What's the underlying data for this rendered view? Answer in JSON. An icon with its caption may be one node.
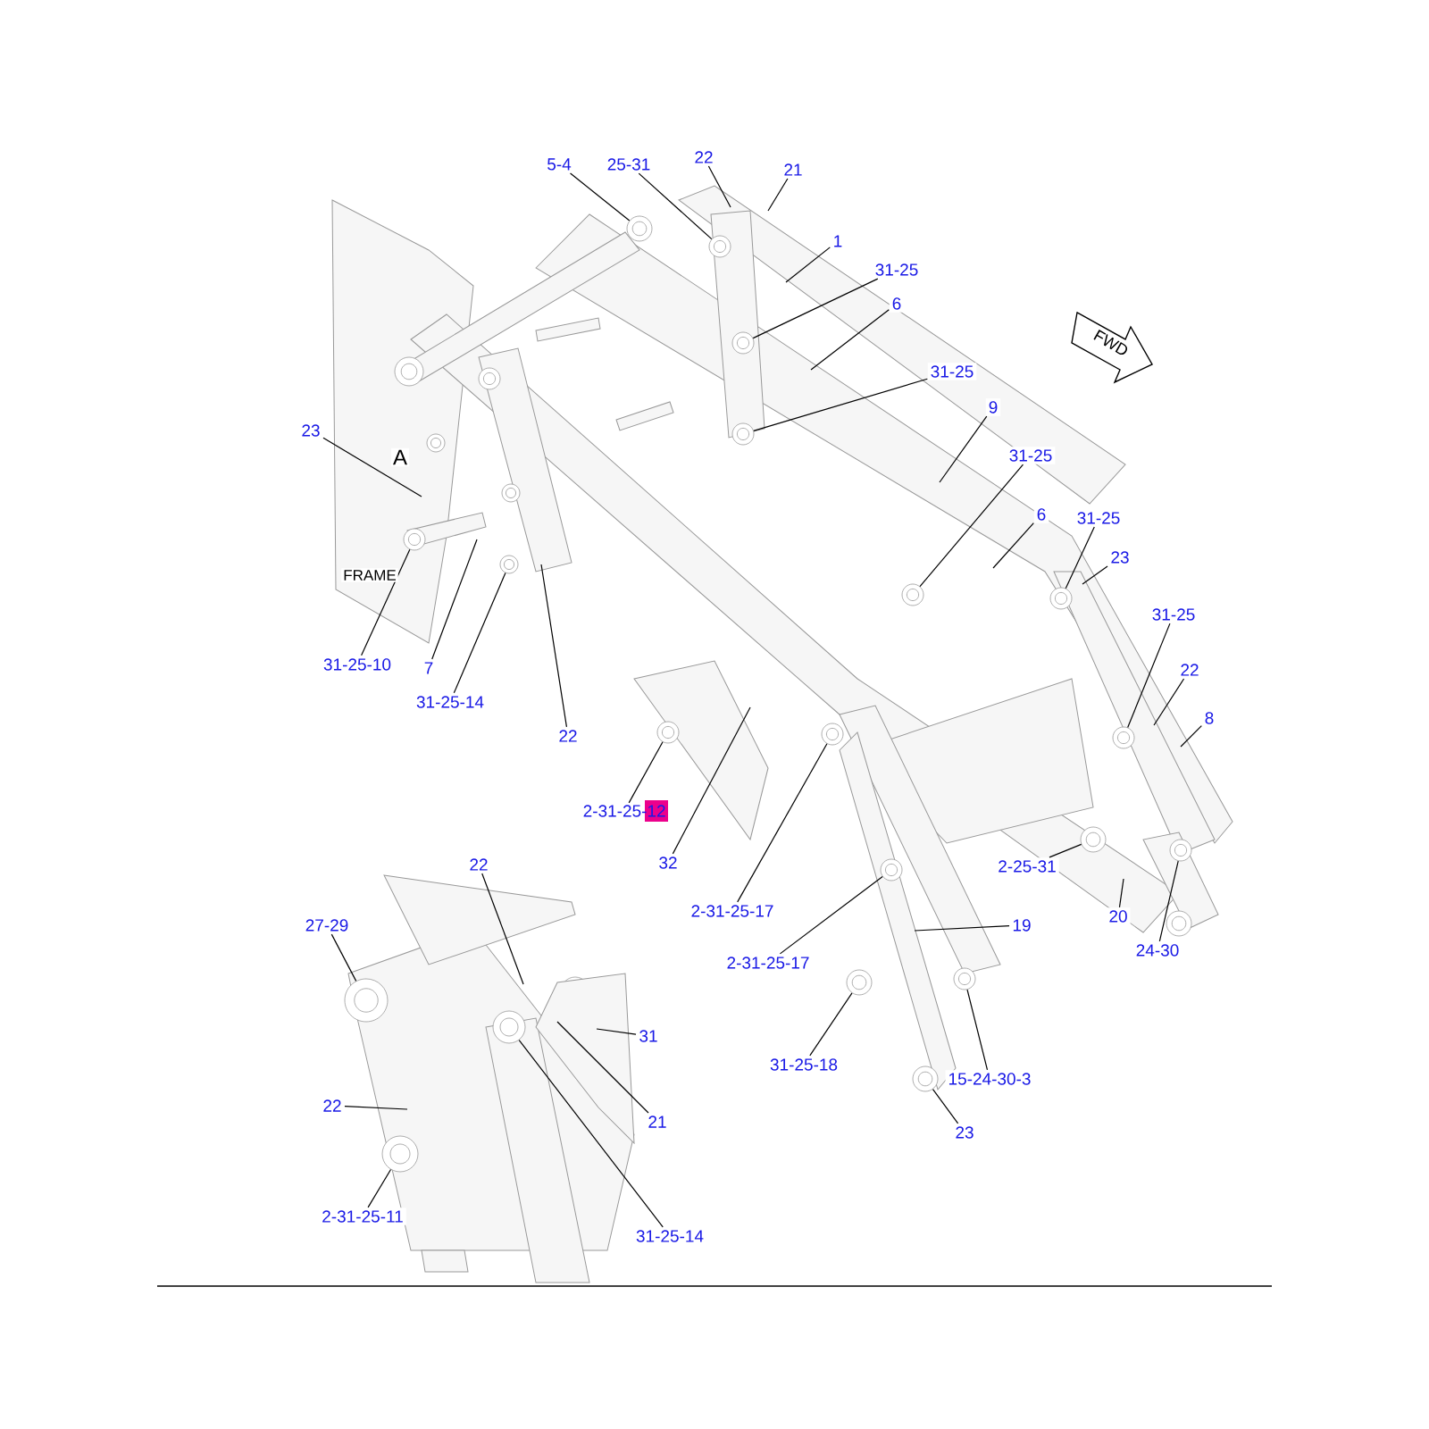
{
  "diagram": {
    "nodes": [
      {
        "text": [
          "5-4"
        ]
      },
      {
        "text": [
          "25-31"
        ]
      },
      {
        "text": [
          "22"
        ]
      },
      {
        "text": [
          "21"
        ]
      },
      {
        "text": [
          "1"
        ]
      },
      {
        "text": [
          "31-25"
        ]
      },
      {
        "text": [
          "6"
        ]
      },
      {
        "text": [
          "31-25"
        ]
      },
      {
        "text": [
          "FWD"
        ]
      },
      {
        "text": [
          "9"
        ]
      },
      {
        "text": [
          "31-25"
        ]
      },
      {
        "text": [
          "6"
        ]
      },
      {
        "text": [
          "31-25"
        ]
      },
      {
        "text": [
          "23"
        ]
      },
      {
        "text": [
          "31-25"
        ]
      },
      {
        "text": [
          "22"
        ]
      },
      {
        "text": [
          "8"
        ]
      },
      {
        "text": [
          "23"
        ]
      },
      {
        "text": [
          "31-25-10"
        ]
      },
      {
        "text": [
          "7"
        ]
      },
      {
        "text": [
          "31-25-14"
        ]
      },
      {
        "text": [
          "22"
        ]
      },
      {
        "text": [
          "2-31-25-12"
        ]
      },
      {
        "text": [
          "32"
        ]
      },
      {
        "text": [
          "2-31-25-17"
        ]
      },
      {
        "text": [
          "2-25-31"
        ]
      },
      {
        "text": [
          "20"
        ]
      },
      {
        "text": [
          "24-30"
        ]
      },
      {
        "text": [
          "2-31-25-17"
        ]
      },
      {
        "text": [
          "19"
        ]
      },
      {
        "text": [
          "31-25-18"
        ]
      },
      {
        "text": [
          "15-24-30-3"
        ]
      },
      {
        "text": [
          "23"
        ]
      },
      {
        "text": [
          "22"
        ]
      },
      {
        "text": [
          "27-29"
        ]
      },
      {
        "text": [
          "31"
        ]
      },
      {
        "text": [
          "21"
        ]
      },
      {
        "text": [
          "22"
        ]
      },
      {
        "text": [
          "2-31-25-11"
        ]
      },
      {
        "text": [
          "31-25-14"
        ]
      },
      {
        "text": [],
        "shape": "circle"
      },
      {
        "text": [],
        "shape": "circle"
      },
      {
        "text": [],
        "shape": "circle"
      },
      {
        "text": [],
        "shape": "circle"
      },
      {
        "text": [],
        "shape": "circle"
      },
      {
        "text": [],
        "shape": "circle"
      },
      {
        "text": [],
        "shape": "circle"
      },
      {
        "text": [],
        "shape": "circle"
      },
      {
        "text": [],
        "shape": "circle"
      },
      {
        "text": [],
        "shape": "circle"
      },
      {
        "text": [],
        "shape": "circle"
      },
      {
        "text": [],
        "shape": "circle"
      },
      {
        "text": [],
        "shape": "circle"
      },
      {
        "text": [],
        "shape": "circle"
      },
      {
        "text": [],
        "shape": "circle"
      },
      {
        "text": [],
        "shape": "circle"
      },
      {
        "text": [],
        "shape": "circle"
      },
      {
        "text": [],
        "shape": "circle"
      },
      {
        "text": [],
        "shape": "circle"
      },
      {
        "text": [],
        "shape": "circle"
      }
    ],
    "edges": [
      {
        "from": 0,
        "to": 40,
        "arrow": "none"
      },
      {
        "from": 1,
        "to": 41,
        "arrow": "none"
      },
      {
        "from": 2,
        "to": null,
        "arrow": "none"
      },
      {
        "from": 3,
        "to": null,
        "arrow": "none"
      },
      {
        "from": 4,
        "to": null,
        "arrow": "none"
      },
      {
        "from": 5,
        "to": 42,
        "arrow": "none"
      },
      {
        "from": 6,
        "to": null,
        "arrow": "none"
      },
      {
        "from": 7,
        "to": 43,
        "arrow": "none"
      },
      {
        "from": 9,
        "to": null,
        "arrow": "none"
      },
      {
        "from": 10,
        "to": 44,
        "arrow": "none"
      },
      {
        "from": 11,
        "to": null,
        "arrow": "none"
      },
      {
        "from": 12,
        "to": 45,
        "arrow": "none"
      },
      {
        "from": 13,
        "to": null,
        "arrow": "none"
      },
      {
        "from": 14,
        "to": 46,
        "arrow": "none"
      },
      {
        "from": 15,
        "to": null,
        "arrow": "none"
      },
      {
        "from": 16,
        "to": null,
        "arrow": "none"
      },
      {
        "from": 17,
        "to": null,
        "arrow": "none"
      },
      {
        "from": 18,
        "to": 47,
        "arrow": "none"
      },
      {
        "from": 19,
        "to": null,
        "arrow": "none"
      },
      {
        "from": 20,
        "to": 48,
        "arrow": "none"
      },
      {
        "from": 21,
        "to": null,
        "arrow": "none"
      },
      {
        "from": 22,
        "to": 49,
        "arrow": "none"
      },
      {
        "from": 23,
        "to": null,
        "arrow": "none"
      },
      {
        "from": 24,
        "to": 50,
        "arrow": "none"
      },
      {
        "from": 25,
        "to": 51,
        "arrow": "none"
      },
      {
        "from": 26,
        "to": null,
        "arrow": "none"
      },
      {
        "from": 27,
        "to": 52,
        "arrow": "none"
      },
      {
        "from": 28,
        "to": 53,
        "arrow": "none"
      },
      {
        "from": 29,
        "to": null,
        "arrow": "none"
      },
      {
        "from": 30,
        "to": 54,
        "arrow": "none"
      },
      {
        "from": 31,
        "to": 55,
        "arrow": "none"
      },
      {
        "from": 32,
        "to": 59,
        "arrow": "none"
      },
      {
        "from": 33,
        "to": null,
        "arrow": "none"
      },
      {
        "from": 34,
        "to": 56,
        "arrow": "none"
      },
      {
        "from": 35,
        "to": null,
        "arrow": "none"
      },
      {
        "from": 36,
        "to": null,
        "arrow": "none"
      },
      {
        "from": 37,
        "to": null,
        "arrow": "none"
      },
      {
        "from": 38,
        "to": 58,
        "arrow": "none"
      },
      {
        "from": 39,
        "to": 57,
        "arrow": "none"
      }
    ],
    "labels": [
      "A",
      "FRAME"
    ]
  }
}
